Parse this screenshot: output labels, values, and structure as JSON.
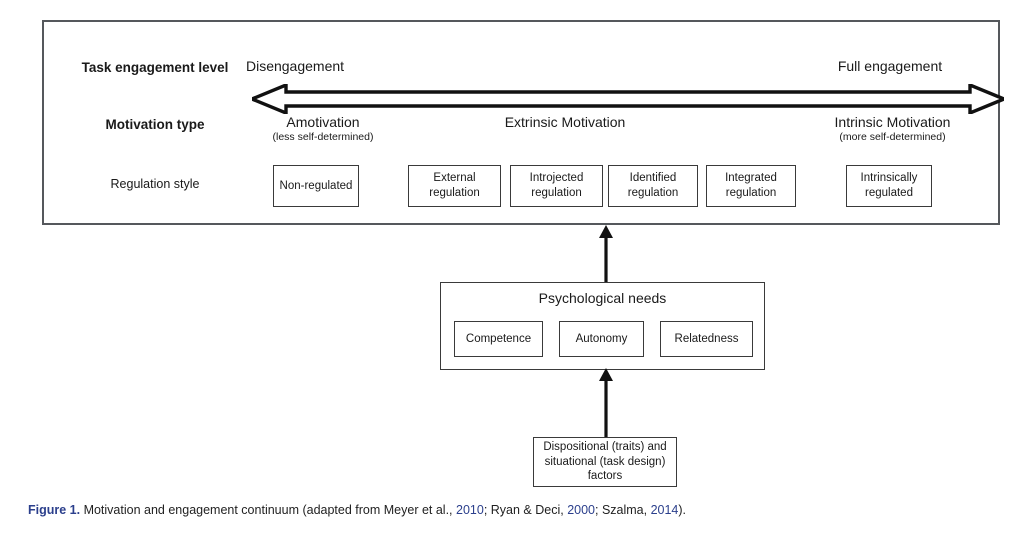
{
  "figure": {
    "continuum": {
      "row_labels": {
        "task_engagement": "Task engagement level",
        "motivation_type": "Motivation type",
        "regulation_style": "Regulation style"
      },
      "poles": {
        "left": "Disengagement",
        "right": "Full engagement"
      },
      "arrow": {
        "name": "double-headed-arrow",
        "direction": "both",
        "color": "#111111"
      },
      "motivation_types": [
        {
          "label": "Amotivation",
          "sub": "(less self-determined)"
        },
        {
          "label": "Extrinsic Motivation",
          "sub": ""
        },
        {
          "label": "Intrinsic Motivation",
          "sub": "(more self-determined)"
        }
      ],
      "regulation_styles": [
        "Non-regulated",
        "External regulation",
        "Introjected regulation",
        "Identified regulation",
        "Integrated regulation",
        "Intrinsically regulated"
      ]
    },
    "psychological_needs": {
      "title": "Psychological needs",
      "items": [
        "Competence",
        "Autonomy",
        "Relatedness"
      ]
    },
    "factors": {
      "text": "Dispositional (traits) and situational (task design) factors"
    },
    "caption": {
      "figure_number": "Figure 1.",
      "text_1": " Motivation and engagement continuum (adapted from Meyer et al., ",
      "year_1": "2010",
      "text_2": "; Ryan & Deci, ",
      "year_2": "2000",
      "text_3": "; Szalma, ",
      "year_3": "2014",
      "text_4": ")."
    },
    "colors": {
      "frame": "#55585c",
      "box_border": "#3a3a3a",
      "text": "#1a1a1a",
      "link": "#2b3f8c",
      "background": "#ffffff"
    }
  }
}
